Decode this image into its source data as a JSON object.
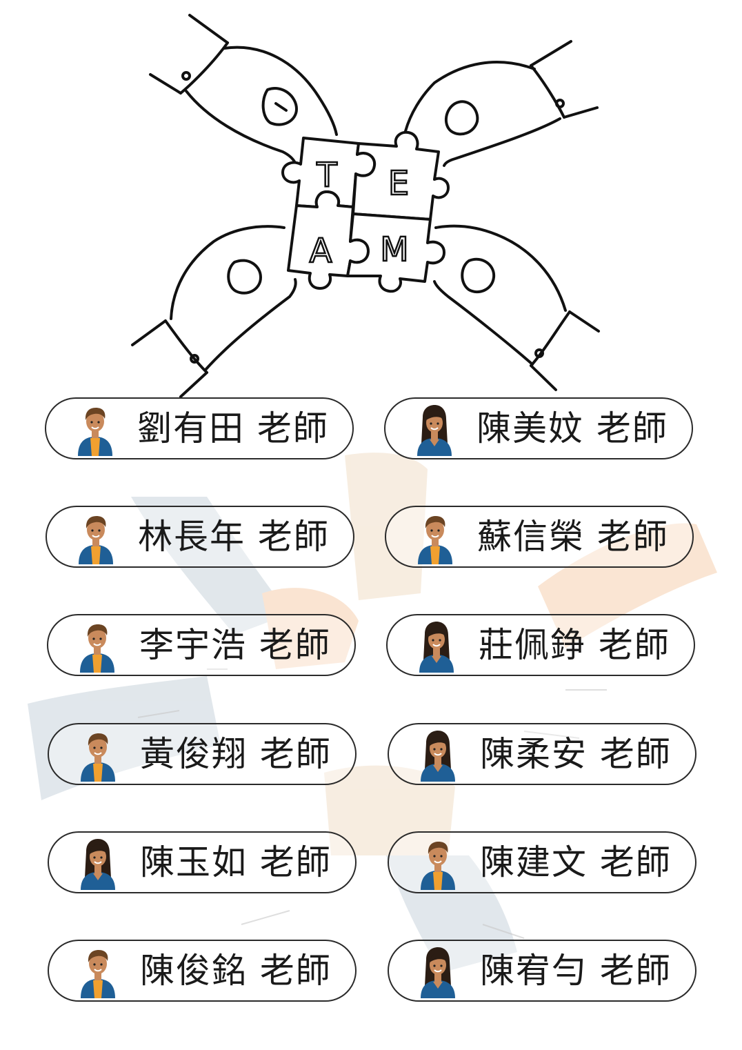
{
  "logo": {
    "letters": [
      "T",
      "E",
      "A",
      "M"
    ]
  },
  "teachers": [
    {
      "name": "劉有田 老師",
      "avatar": "male-avatar-icon"
    },
    {
      "name": "陳美妏 老師",
      "avatar": "female-avatar-icon"
    },
    {
      "name": "林長年 老師",
      "avatar": "male-avatar-icon"
    },
    {
      "name": "蘇信榮 老師",
      "avatar": "male-avatar-icon"
    },
    {
      "name": "李宇浩 老師",
      "avatar": "male-avatar-icon"
    },
    {
      "name": "莊佩錚 老師",
      "avatar": "female-avatar-icon"
    },
    {
      "name": "黃俊翔 老師",
      "avatar": "male-avatar-icon"
    },
    {
      "name": "陳柔安 老師",
      "avatar": "female-avatar-icon"
    },
    {
      "name": "陳玉如 老師",
      "avatar": "female-avatar-icon"
    },
    {
      "name": "陳建文 老師",
      "avatar": "male-avatar-icon"
    },
    {
      "name": "陳俊銘 老師",
      "avatar": "male-avatar-icon"
    },
    {
      "name": "陳宥勻 老師",
      "avatar": "female-avatar-icon"
    }
  ],
  "colors": {
    "outline": "#111111",
    "shirt": "#1f5f96",
    "vest": "#f0a030",
    "skin": "#c98a5c",
    "hair_male": "#6b4423",
    "hair_female": "#2b1d14",
    "bg_blue": "#c9d4dc",
    "bg_orange": "#f6cfae",
    "bg_beige": "#f1dfc8"
  }
}
